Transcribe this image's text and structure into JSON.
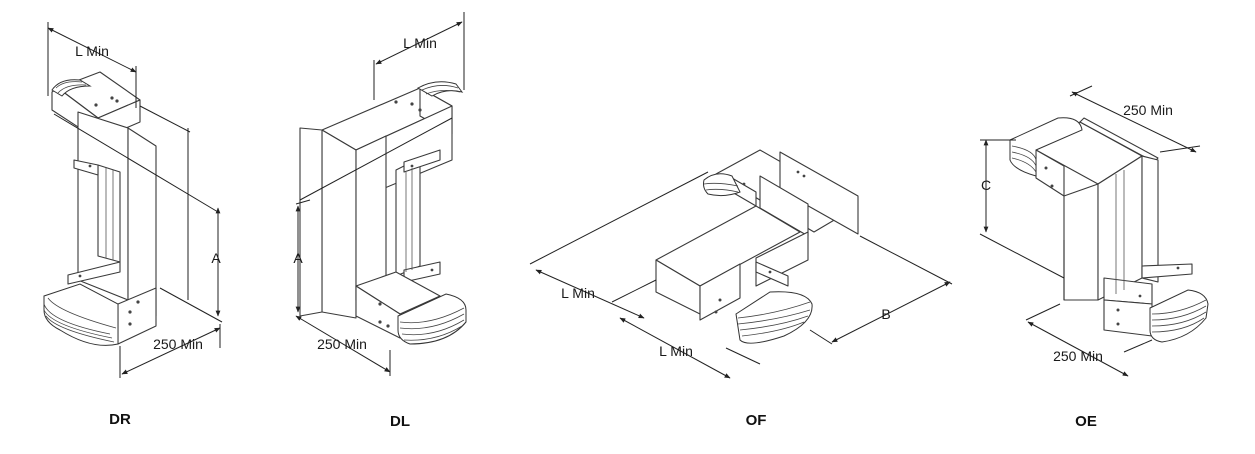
{
  "dimension_labels": {
    "l_min": "L Min",
    "min_250": "250 Min",
    "a": "A",
    "b": "B",
    "c": "C"
  },
  "variants": [
    {
      "code": "DR"
    },
    {
      "code": "DL"
    },
    {
      "code": "OF"
    },
    {
      "code": "OE"
    }
  ]
}
